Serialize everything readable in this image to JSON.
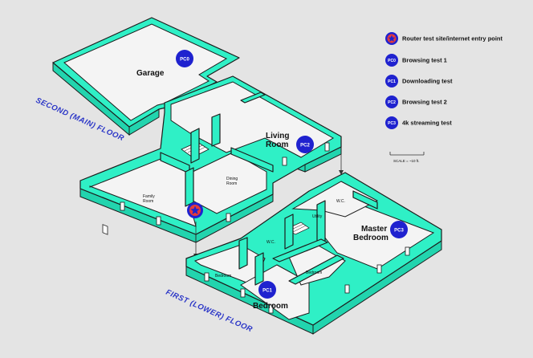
{
  "colors": {
    "wall": "#2ff0c6",
    "marker": "#1f22cf",
    "router": "#e53a3a",
    "floor_label": "#2a35c7"
  },
  "floors": {
    "second": "SECOND (MAIN) FLOOR",
    "first": "FIRST (LOWER) FLOOR"
  },
  "rooms": {
    "garage": "Garage",
    "living_line1": "Living",
    "living_line2": "Room",
    "dining_line1": "Dining",
    "dining_line2": "Room",
    "family_line1": "Family",
    "family_line2": "Room",
    "master_line1": "Master",
    "master_line2": "Bedroom",
    "bedroom_large": "Bedroom",
    "bedroom_a": "Bedroom",
    "bedroom_b": "Bedroom",
    "utility": "Utility",
    "wc_upper": "W.C.",
    "wc_lower": "W.C."
  },
  "markers": {
    "pc0": "PC0",
    "pc1": "PC1",
    "pc2": "PC2",
    "pc3": "PC3"
  },
  "legend": {
    "router": {
      "label": "Router test site/internet entry point"
    },
    "items": [
      {
        "code": "PC0",
        "label": "Browsing test 1"
      },
      {
        "code": "PC1",
        "label": "Downloading test"
      },
      {
        "code": "PC2",
        "label": "Browsing test 2"
      },
      {
        "code": "PC3",
        "label": "4k streaming test"
      }
    ]
  },
  "scale": {
    "label": "SCALE = ~10 ft."
  }
}
